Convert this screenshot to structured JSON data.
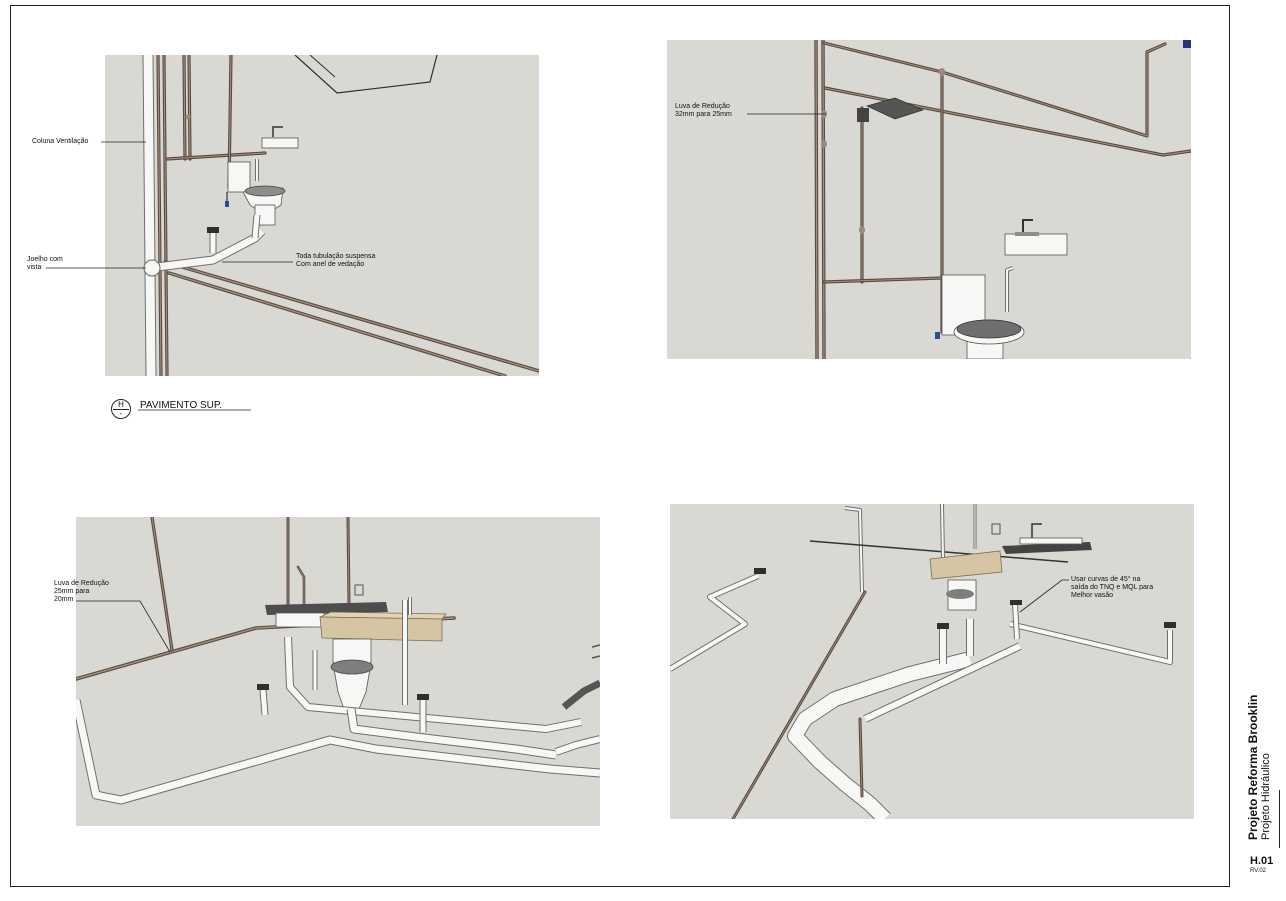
{
  "sheet": {
    "project_title": "Projeto Reforma Brooklin",
    "discipline": "Projeto Hidráulico",
    "sheet_number": "H.01",
    "revision": "RV.02"
  },
  "views": {
    "top_left": {
      "labels": {
        "coluna_ventilacao": "Coluna Ventilação",
        "joelho": [
          "Joelho com",
          "vista"
        ],
        "tubulacao": [
          "Toda tubulação suspensa",
          "Com anel de vedação"
        ]
      },
      "caption": {
        "tag_letter": "H",
        "tag_sub": "-",
        "title": "PAVIMENTO SUP."
      }
    },
    "top_right": {
      "labels": {
        "luva": [
          "Luva de Redução",
          "32mm para 25mm"
        ]
      }
    },
    "bottom_left": {
      "labels": {
        "luva": [
          "Luva de Redução",
          "25mm para",
          "20mm"
        ]
      }
    },
    "bottom_right": {
      "labels": {
        "curvas": [
          "Usar curvas de 45° na",
          "saída do TNQ e MQL para",
          "Melhor vasão"
        ]
      }
    }
  },
  "colors": {
    "render_background": "#d9d8d3",
    "water_pipe_brown": "#5a493e",
    "pvc_pipe_white": "#f7f7f5",
    "countertop_beige": "#d5c5a2",
    "accent_blue": "#2a4c9a"
  }
}
